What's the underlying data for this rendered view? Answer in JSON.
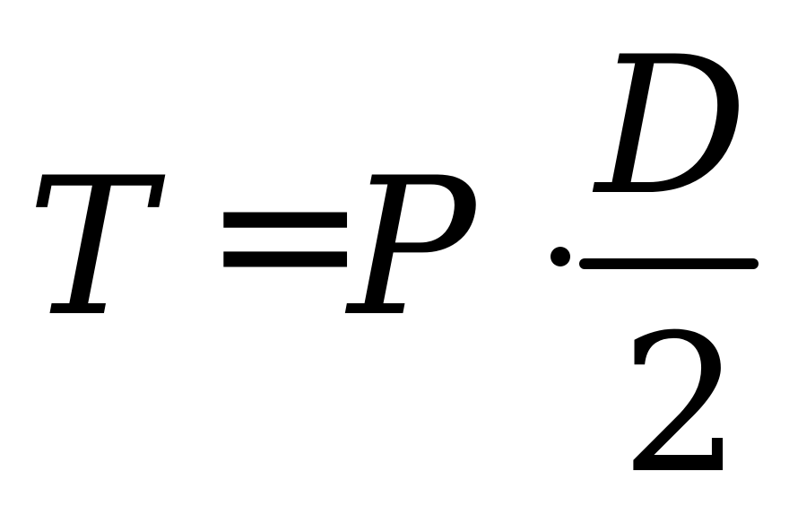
{
  "formula": {
    "lhs": "T",
    "equals": "=",
    "factor": "P",
    "fraction": {
      "numerator": "D",
      "denominator": "2"
    }
  },
  "colors": {
    "background": "#ffffff",
    "text": "#000000"
  }
}
